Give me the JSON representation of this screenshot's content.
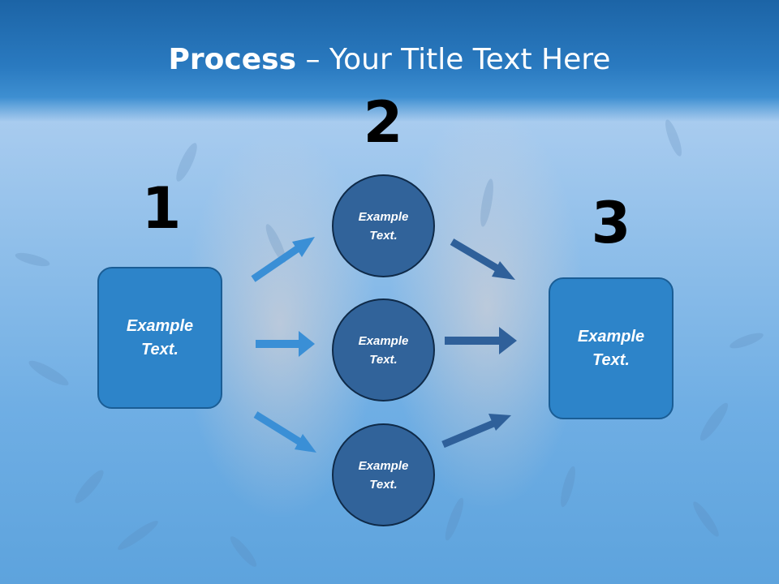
{
  "title": {
    "bold": "Process",
    "rest": " – Your Title Text Here"
  },
  "steps": {
    "one": "1",
    "two": "2",
    "three": "3"
  },
  "left_box": {
    "text": "Example Text."
  },
  "circles": [
    {
      "text": "Example Text."
    },
    {
      "text": "Example Text."
    },
    {
      "text": "Example Text."
    }
  ],
  "right_box": {
    "text": "Example Text."
  },
  "colors": {
    "title_band": "#2a7ac0",
    "box_fill": "#2d84c9",
    "circle_fill": "#31639a",
    "arrow_left": "#3a8fd6",
    "arrow_right": "#2f609a",
    "number_text": "#000000"
  }
}
